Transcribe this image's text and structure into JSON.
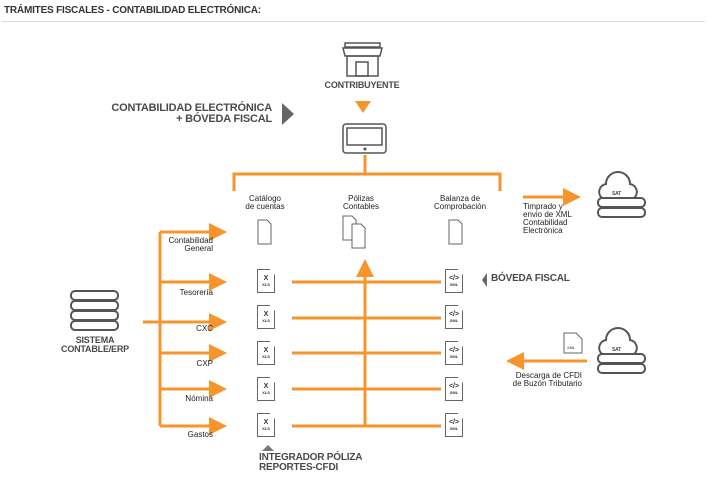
{
  "header": {
    "title": "TRÁMITES FISCALES - CONTABILIDAD ELECTRÓNICA:"
  },
  "colors": {
    "accent": "#f7952d",
    "icon_gray": "#555555",
    "text_dark": "#4a4a4a"
  },
  "contribuyente": {
    "label": "CONTRIBUYENTE"
  },
  "side_label": {
    "line1": "CONTABILIDAD ELECTRÓNICA",
    "line2": "+ BÓVEDA FISCAL"
  },
  "reports": [
    {
      "line1": "Catálogo",
      "line2": "de cuentas"
    },
    {
      "line1": "Pólizas",
      "line2": "Contables"
    },
    {
      "line1": "Balanza de",
      "line2": "Comprobación"
    }
  ],
  "sat_upload": {
    "lines": [
      "Timprado y",
      "envio de XML",
      "Contabilidad",
      "Electrónica"
    ],
    "badge": "SAT"
  },
  "sat_download": {
    "lines": [
      "Descarga de CFDI",
      "de Buzón Tributario"
    ],
    "badge": "SAT",
    "file": "XML"
  },
  "sistema": {
    "line1": "SISTEMA",
    "line2": "CONTABLE/ERP"
  },
  "modules": [
    "Contabilidad",
    "General",
    "Tesorería",
    "CXC",
    "CXP",
    "Nómina",
    "Gastos"
  ],
  "file_labels": {
    "xls_mark": "X",
    "xls": "XLS",
    "xml_mark": "</>",
    "xml": "XML"
  },
  "boveda": {
    "label": "BÓVEDA FISCAL"
  },
  "integrador": {
    "line1": "INTEGRADOR PÓLIZA",
    "line2": "REPORTES-CFDI"
  }
}
